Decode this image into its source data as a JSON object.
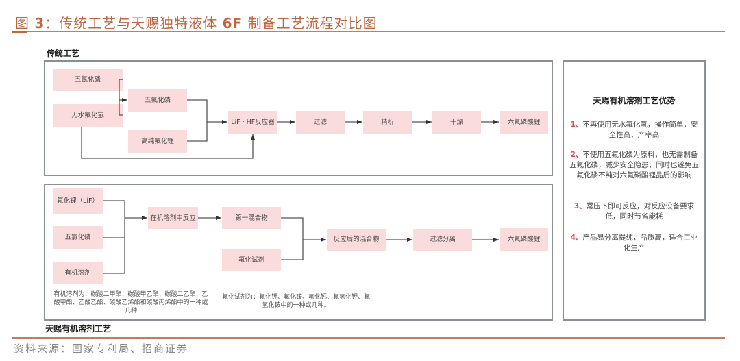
{
  "figure": {
    "title_prefix": "图 ",
    "title_number": "3",
    "title_sep": "：",
    "title_main": "传统工艺与天赐独特液体 ",
    "title_bold": "6F",
    "title_tail": " 制备工艺流程对比图"
  },
  "traditional": {
    "label": "传统工艺",
    "nodes": {
      "pcl5": "五氯化磷",
      "ahf": "无水氟化氢",
      "pf5": "五氟化磷",
      "lif_pure": "高纯氟化锂",
      "reactor": "LiF · HF反应器",
      "filter": "过滤",
      "crystal": "精析",
      "dry": "干燥",
      "product": "六氟磷酸锂"
    }
  },
  "tinci": {
    "label": "天赐有机溶剂工艺",
    "nodes": {
      "lif": "氟化锂（LiF）",
      "pcl5": "五氯化磷",
      "solvent": "有机溶剂",
      "react": "在机溶剂中反应",
      "mix1": "第一混合物",
      "fluor": "氟化试剂",
      "mix2": "反应后的混合物",
      "sep": "过滤分离",
      "product": "六氟磷酸锂"
    },
    "notes": {
      "solvent_note": "有机溶剂为：碳酸二甲酯、碳酸甲乙酯、碳酸二乙酯、乙酸甲酯、乙酸乙酯、碳酸乙烯酯和碳酸丙烯酯中的一种或几种",
      "fluor_note": "氟化试剂为：氟化钾、氟化铵、氟化钙、氟氢化钾、氟氢化铵中的一种或几种。"
    }
  },
  "advantages": {
    "title": "天赐有机溶剂工艺优势",
    "items": [
      {
        "num": "1、",
        "text": "不再使用无水氟化氢，操作简单，安全性高，产率高"
      },
      {
        "num": "2、",
        "text": "不使用五氟化磷为原料，也无需制备五氟化磷，减少安全隐患，同时也避免五氟化磷不纯对六氟磷酸锂品质的影响"
      },
      {
        "num": "3、",
        "text": "常压下即可反应，对反应设备要求低，同时节省能耗"
      },
      {
        "num": "4、",
        "text": "产品易分离提纯，品质高，适合工业化生产"
      }
    ]
  },
  "source": "资料来源：国家专利局、招商证券",
  "colors": {
    "title": "#c0653f",
    "node_fill": "#fbdcdc",
    "panel_border": "#8a8f95",
    "advantage_number": "#e04848"
  }
}
